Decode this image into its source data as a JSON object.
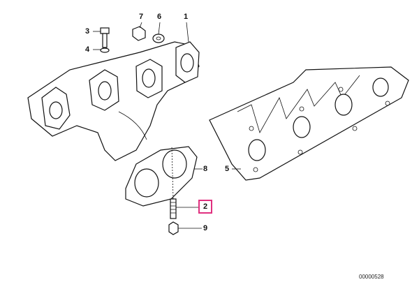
{
  "diagram": {
    "callouts": [
      {
        "number": "1",
        "highlighted": false
      },
      {
        "number": "2",
        "highlighted": true
      },
      {
        "number": "3",
        "highlighted": false
      },
      {
        "number": "4",
        "highlighted": false
      },
      {
        "number": "5",
        "highlighted": false
      },
      {
        "number": "6",
        "highlighted": false
      },
      {
        "number": "7",
        "highlighted": false
      },
      {
        "number": "8",
        "highlighted": false
      },
      {
        "number": "9",
        "highlighted": false
      }
    ],
    "highlight_color": "#e0307f",
    "drawing_code": "00000528"
  }
}
